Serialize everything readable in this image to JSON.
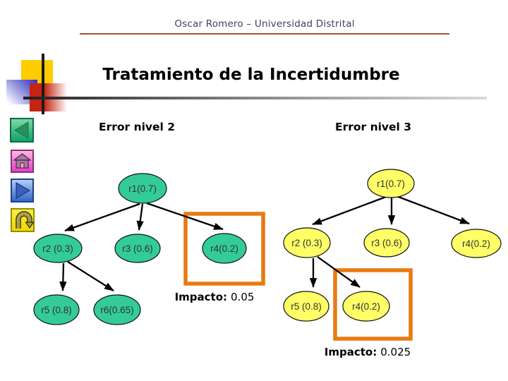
{
  "header": {
    "credit": "Oscar Romero – Universidad Distrital"
  },
  "title": "Tratamiento de la Incertidumbre",
  "nav": {
    "back_icon": "left-triangle",
    "home_icon": "house",
    "forward_icon": "right-triangle",
    "return_icon": "u-turn-arrow"
  },
  "left_tree": {
    "heading": "Error nivel 2",
    "nodes": {
      "r1": "r1(0.7)",
      "r2": "r2 (0.3)",
      "r3": "r3 (0.6)",
      "r4": "r4(0.2)",
      "r5": "r5 (0.8)",
      "r6": "r6(0.65)"
    },
    "impact_label": "Impacto:",
    "impact_value": "0.05"
  },
  "right_tree": {
    "heading": "Error nivel 3",
    "nodes": {
      "r1": "r1(0.7)",
      "r2": "r2 (0.3)",
      "r3": "r3 (0.6)",
      "r4": "r4(0.2)",
      "r5": "r5 (0.8)",
      "r4_child": "r4(0.2)"
    },
    "impact_label": "Impacto:",
    "impact_value": "0.025"
  },
  "colors": {
    "left_node_fill": "#33cc99",
    "right_node_fill": "#ffff66",
    "highlight_box": "#e87a12",
    "credit_underline": "#a0522d",
    "yellow_square": "#ffcc00",
    "blue_square": "#2b2bc4",
    "red_square": "#c62310"
  }
}
